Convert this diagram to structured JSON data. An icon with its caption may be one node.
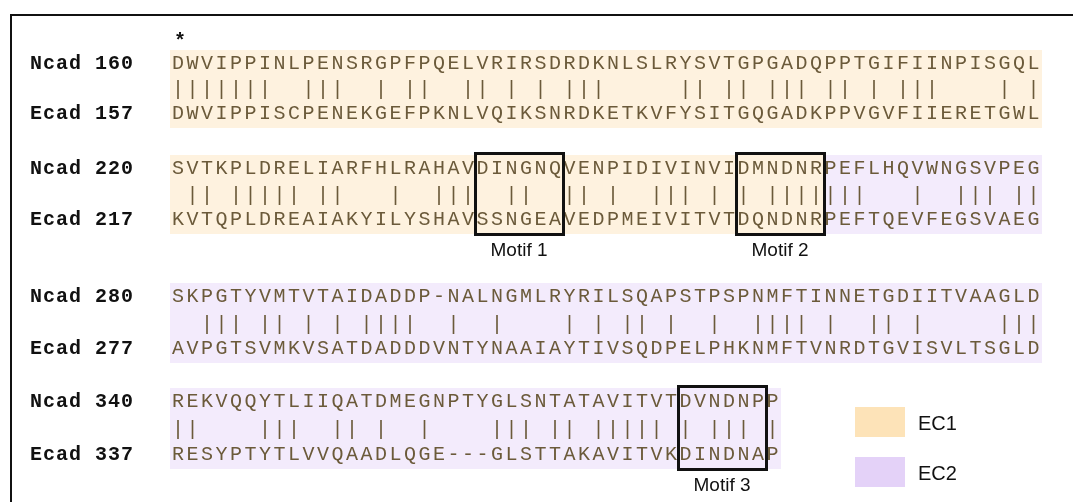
{
  "diagram": {
    "nodes": [
      {
        "text": [],
        "shape": "box",
        "beside": [
          "Motif 1"
        ]
      },
      {
        "text": [],
        "shape": "box",
        "beside": [
          "Motif 2"
        ]
      },
      {
        "text": [],
        "shape": "box",
        "beside": [
          "Motif 3"
        ]
      }
    ],
    "labels": [
      "*",
      "Ncad 160",
      "DWVIPPINLPENSRGPFPQELVRIRSDRDKNLSLRYSVTGPGADQPPTGIFIINPISGQL",
      "|||||||  |||  | ||  || | | |||     || || ||| || | |||    | |",
      "Ecad 157",
      "DWVIPPISCPENEKGEFPKNLVQIKSNRDKETKVFYSITGQGADKPPVGVFIIERETGWL",
      "Ncad 220",
      "SVTKPLDRELIARFHLRAHAVDINGNQVENPIDIVINVIDMNDNRPEFLHQVWNGSVPEG",
      " || ||||| ||   |  |||  ||  || |  ||| | | |||||||   |  ||| ||",
      "Ecad 217",
      "KVTQPLDREAIAKYILYSHAVSSNGEAVEDPMEIVITVTDQNDNRPEFTQEVFEGSVAEG",
      "Ncad 280",
      "SKPGTYVMTVTAIDADDP-NALNGMLRYRILSQAPSTPSPNMFTINNETGDIITVAAGLD",
      "  ||| || | | ||||  |  |    | | || |  |  |||| |  || |     |||",
      "Ecad 277",
      "AVPGTSVMKVSATDADDDVNTYNAAIAYTIVSQDPELPHKNMFTVNRDTGVISVLTSGLD",
      "Ncad 340",
      "REKVQQYTLIIQATDMEGNPTYGLSNTATAVITVTDVNDNPP",
      "||    |||  || |  |    ||| || ||||| | ||| |",
      "Ecad 337",
      "RESYPTYTLVVQAADLQGE---GLSTTAKAVITVKDINDNAP"
    ],
    "legend": [
      {
        "text": "EC1",
        "color": "#fde3b8"
      },
      {
        "text": "EC2",
        "color": "#e4d2f8"
      }
    ]
  }
}
